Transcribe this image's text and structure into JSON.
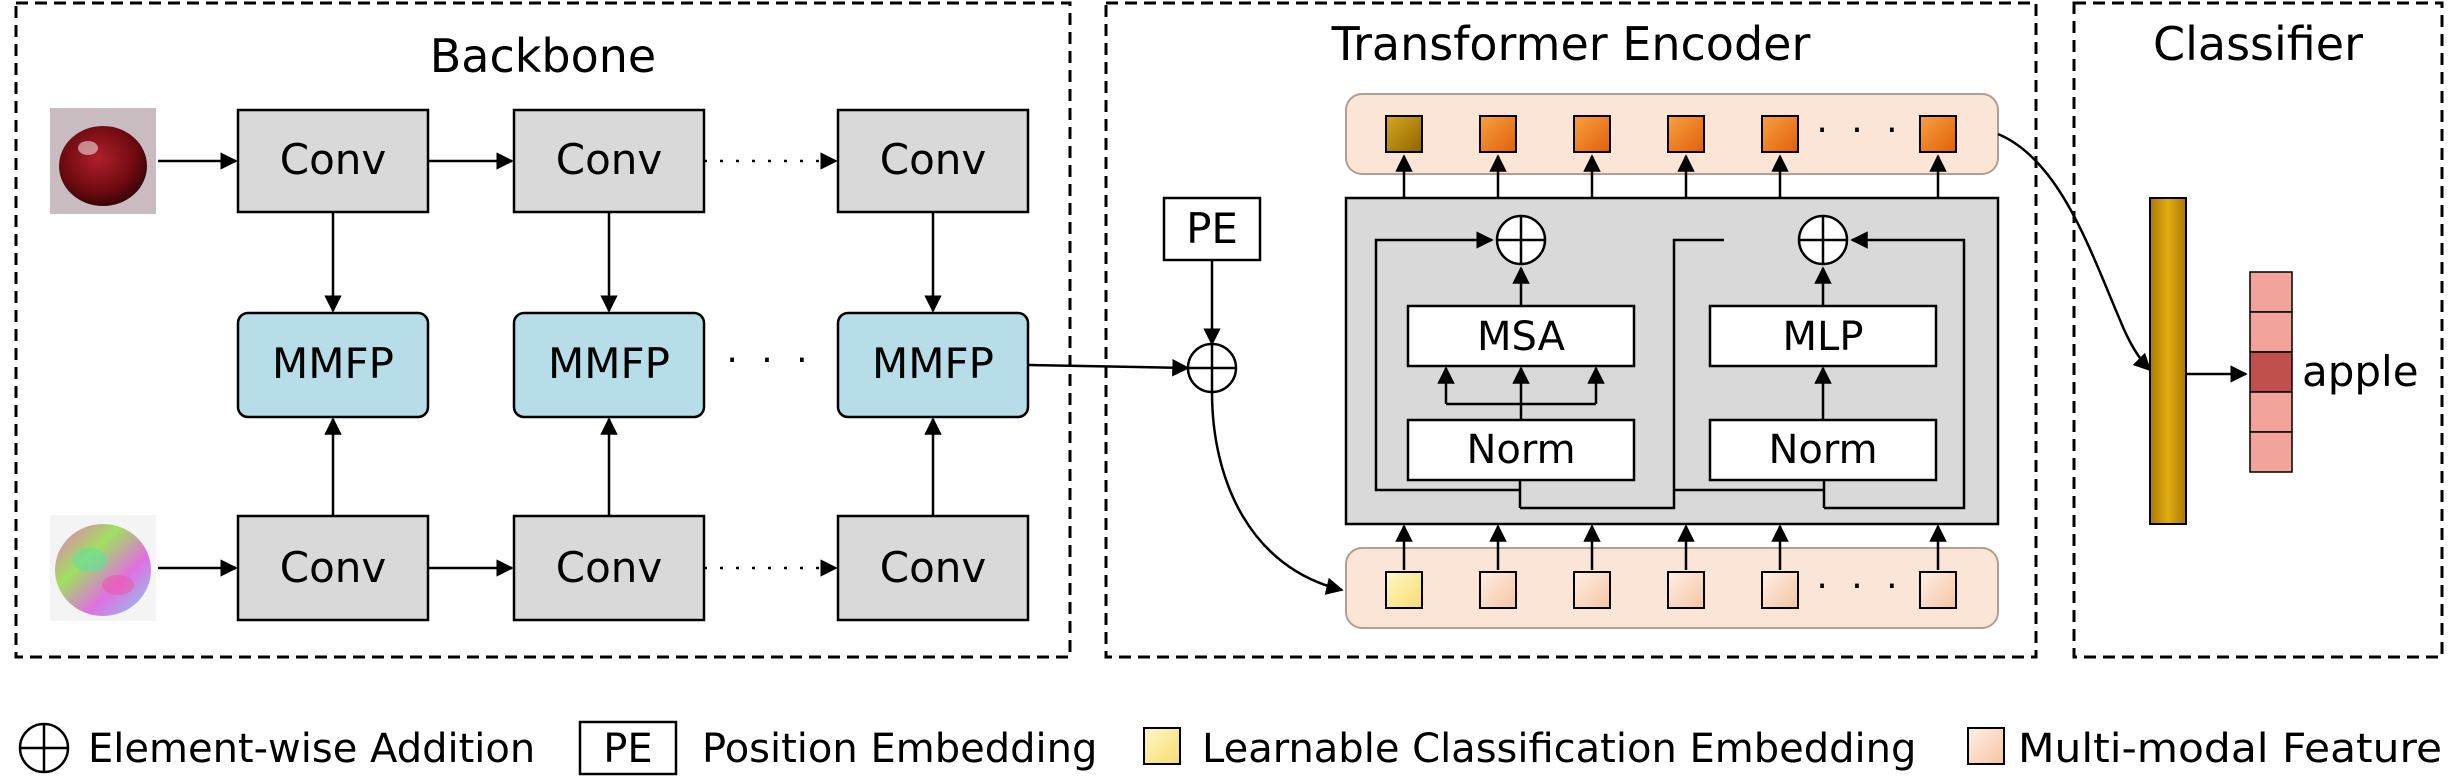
{
  "sections": {
    "backbone": {
      "title": "Backbone"
    },
    "encoder": {
      "title": "Transformer Encoder"
    },
    "classifier": {
      "title": "Classifier"
    }
  },
  "backbone": {
    "conv_label": "Conv",
    "mmfp_label": "MMFP",
    "ellipsis": "· · ·"
  },
  "encoder": {
    "pe_label": "PE",
    "msa_label": "MSA",
    "mlp_label": "MLP",
    "norm_label": "Norm",
    "ellipsis": "· · ·"
  },
  "classifier": {
    "output_label": "apple"
  },
  "legend": {
    "add_label": "Element-wise Addition",
    "pe_box": "PE",
    "pe_label": "Position Embedding",
    "cls_label": "Learnable Classification Embedding",
    "feature_label": "Multi-modal Feature"
  },
  "colors": {
    "conv_fill": "#d9d9d9",
    "mmfp_fill": "#b7dde8",
    "token_bar_fill": "#fbe5d6",
    "output_token_fill": "#f07c1c",
    "cls_output_fill": "#c08a00",
    "cls_input_fill": "#fff2b0",
    "feature_input_fill": "#fbdcc6",
    "classifier_bar_fill": "#d4a017",
    "class_vector_fill": "#f2a49a",
    "class_vector_active": "#c0504d"
  }
}
